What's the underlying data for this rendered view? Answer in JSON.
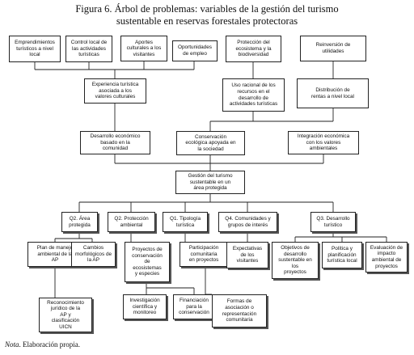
{
  "title": {
    "line1": "Figura 6. Árbol de problemas: variables de la gestión del turismo",
    "line2": "sustentable en reservas forestales protectoras"
  },
  "effects_top": {
    "emprendimientos": "Emprendimientos\nturísticos a nivel\nlocal",
    "control_local": "Control local de\nlas actividades\nturísticas",
    "aportes_culturales": "Aportes\nculturales a los\nvisitantes",
    "oportunidades": "Oportunidades\nde empleo",
    "proteccion_ecosistema": "Protección del\necosistema y la\nbiodiversidad",
    "reinversion": "Reinversión de\nutilidades"
  },
  "effects_mid": {
    "experiencia": "Experiencia turística\nasociada a los\nvalores culturales",
    "uso_racional": "Uso racional de los\nrecursos en el\ndesarrollo de\nactividades turísticas",
    "distribucion": "Distribución de\nrentas a nivel local"
  },
  "effects_low": {
    "desarrollo_economico": "Desarrollo económico\nbasado en la\ncomunidad",
    "conservacion": "Conservación\necológica apoyada en\nla sociedad",
    "integracion": "Integración económica\ncon los valores\nambientales"
  },
  "core": "Gestión del turismo\nsustentable en un\nárea protegida",
  "questions": {
    "q2a": "Q2. Área\nprotegida",
    "q2b": "Q2. Protección\nambiental",
    "q1": "Q1. Tipología\nturística",
    "q4": "Q4. Comunidades y\ngrupos de interés",
    "q3": "Q3. Desarrollo\nturístico"
  },
  "causes": {
    "plan_manejo": "Plan de manejo\nambiental de la\nAP",
    "cambios_morfologicos": "Cambios\nmorfológicos de\nla AP",
    "proyectos_conservacion": "Proyectos de\nconservación\nde\necosistemas\ny especies",
    "participacion": "Participación\ncomunitaria\nen proyectos",
    "expectativas": "Expectativas\nde los\nvisitantes",
    "objetivos": "Objetivos de\ndesarrollo\nsustentable en\nlos\nproyectos",
    "politica": "Política y\nplanificación\nturística local",
    "evaluacion": "Evaluación de\nimpacto\nambiental de\nproyectos"
  },
  "subcauses": {
    "reconocimiento": "Reconocimiento\njurídico de la\nAP y\nclasificación\nUICN",
    "investigacion": "Investigación\ncientífica y\nmonitoreo",
    "financiacion": "Financiación\npara la\nconservación",
    "formas_asociacion": "Formas de\nasociación o\nrepresentación\ncomunitaria"
  },
  "note": {
    "label": "Nota",
    "text": ". Elaboración propia."
  }
}
